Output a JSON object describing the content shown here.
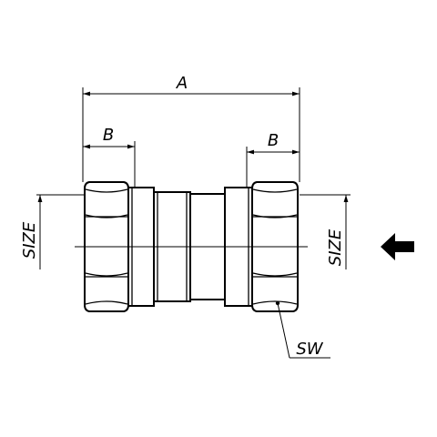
{
  "labels": {
    "overall_length": "A",
    "nut_length_left": "B",
    "nut_length_right": "B",
    "size_left": "SIZE",
    "size_right": "SIZE",
    "wrench_size": "SW"
  },
  "icons": {
    "flow_direction": "arrow-left-icon"
  }
}
